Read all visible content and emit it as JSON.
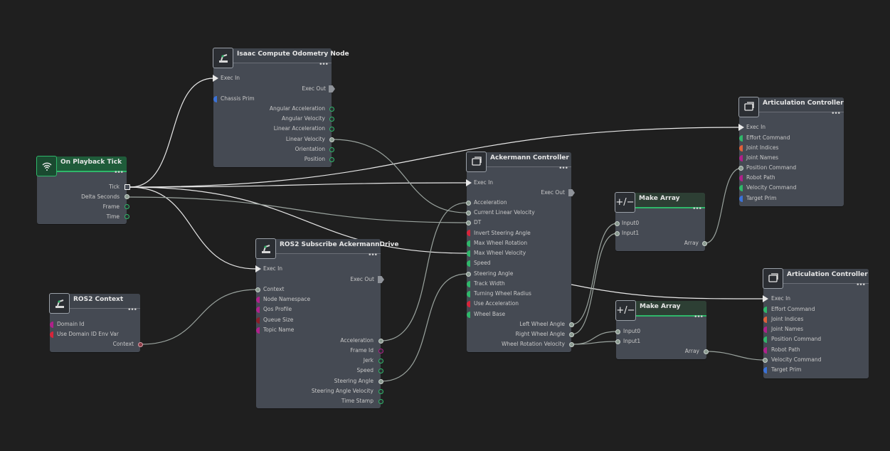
{
  "colors": {
    "background": "#1f1f1f",
    "node_body": "#454a53",
    "wire_exec": "#e8e8e8",
    "wire_data": "#9aa39e",
    "pin_green": "#2fb86a",
    "pin_red": "#d8243a",
    "pin_magenta": "#b0208a",
    "pin_blue": "#3a72d8",
    "pin_darkred": "#8a1c2a"
  },
  "nodes": {
    "playback_tick": {
      "title": "On Playback Tick",
      "icon": "wifi-icon",
      "outputs": [
        "Tick",
        "Delta Seconds",
        "Frame",
        "Time"
      ]
    },
    "odometry": {
      "title": "Isaac Compute Odometry Node",
      "icon": "robot-arm-icon",
      "exec_in": "Exec In",
      "exec_out": "Exec Out",
      "inputs": [
        "Chassis Prim"
      ],
      "outputs": [
        "Angular Acceleration",
        "Angular Velocity",
        "Linear Acceleration",
        "Linear Velocity",
        "Orientation",
        "Position"
      ]
    },
    "ros2_context": {
      "title": "ROS2 Context",
      "icon": "robot-arm-icon",
      "inputs": [
        "Domain Id",
        "Use Domain ID Env Var"
      ],
      "outputs": [
        "Context"
      ]
    },
    "ros2_subscribe": {
      "title": "ROS2 Subscribe AckermannDrive",
      "icon": "robot-arm-icon",
      "exec_in": "Exec In",
      "exec_out": "Exec Out",
      "inputs": [
        "Context",
        "Node Namespace",
        "Qos Profile",
        "Queue Size",
        "Topic Name"
      ],
      "outputs": [
        "Acceleration",
        "Frame Id",
        "Jerk",
        "Speed",
        "Steering Angle",
        "Steering Angle Velocity",
        "Time Stamp"
      ]
    },
    "ackermann": {
      "title": "Ackermann Controller",
      "icon": "controller-icon",
      "exec_in": "Exec In",
      "exec_out": "Exec Out",
      "inputs": [
        "Acceleration",
        "Current Linear Velocity",
        "DT",
        "Invert Steering Angle",
        "Max Wheel Rotation",
        "Max Wheel Velocity",
        "Speed",
        "Steering Angle",
        "Track Width",
        "Turning Wheel Radius",
        "Use Acceleration",
        "Wheel Base"
      ],
      "outputs": [
        "Left Wheel Angle",
        "Right Wheel Angle",
        "Wheel Rotation Velocity"
      ]
    },
    "make_array_1": {
      "title": "Make Array",
      "icon": "plus-minus-icon",
      "inputs": [
        "Input0",
        "Input1"
      ],
      "outputs": [
        "Array"
      ]
    },
    "make_array_2": {
      "title": "Make Array",
      "icon": "plus-minus-icon",
      "inputs": [
        "Input0",
        "Input1"
      ],
      "outputs": [
        "Array"
      ]
    },
    "artic_1": {
      "title": "Articulation Controller",
      "icon": "controller-icon",
      "exec_in": "Exec In",
      "inputs": [
        "Effort Command",
        "Joint Indices",
        "Joint Names",
        "Position Command",
        "Robot Path",
        "Velocity Command",
        "Target Prim"
      ]
    },
    "artic_2": {
      "title": "Articulation Controller",
      "icon": "controller-icon",
      "exec_in": "Exec In",
      "inputs": [
        "Effort Command",
        "Joint Indices",
        "Joint Names",
        "Position Command",
        "Robot Path",
        "Velocity Command",
        "Target Prim"
      ]
    },
    "menu_dots": "•••"
  }
}
